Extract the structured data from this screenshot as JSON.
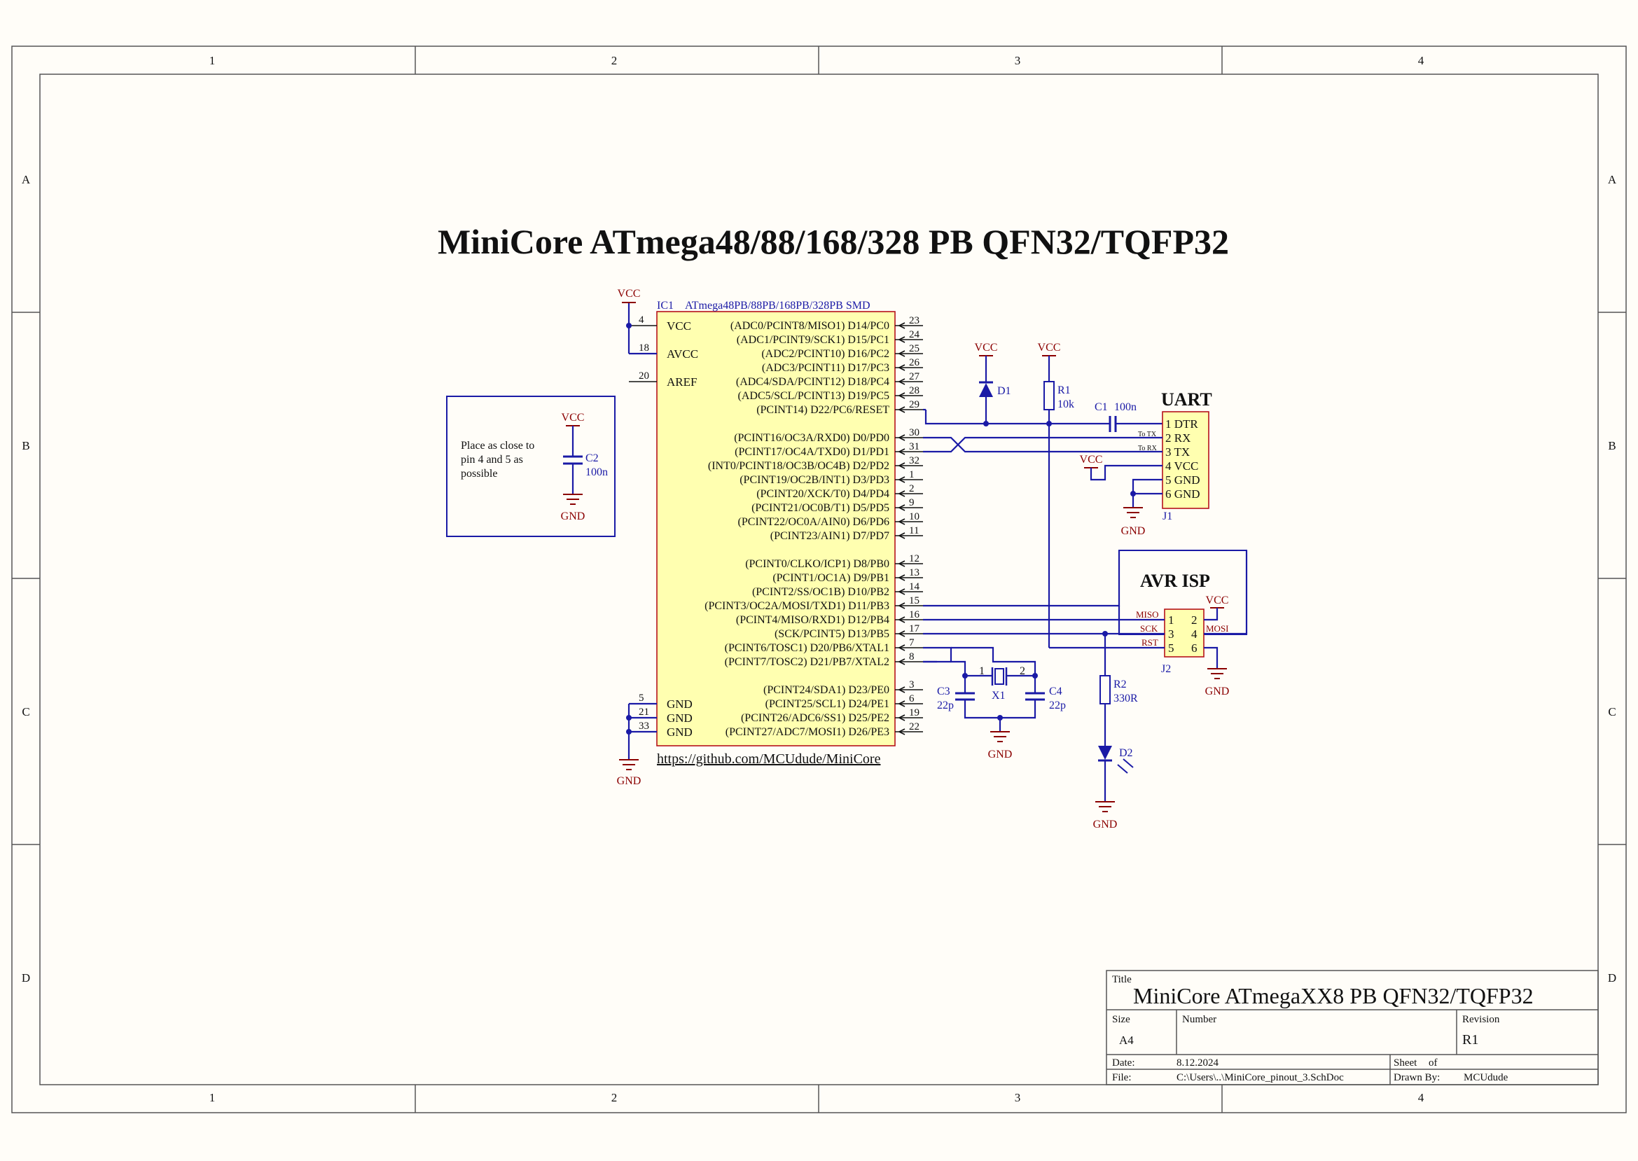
{
  "title": "MiniCore ATmega48/88/168/328 PB QFN32/TQFP32",
  "border": {
    "cols": [
      "1",
      "2",
      "3",
      "4"
    ],
    "rows": [
      "A",
      "B",
      "C",
      "D"
    ]
  },
  "ic": {
    "ref": "IC1",
    "part": "ATmega48PB/88PB/168PB/328PB SMD",
    "url": "https://github.com/MCUdude/MiniCore",
    "left_pins": [
      {
        "num": "4",
        "name": "VCC"
      },
      {
        "num": "18",
        "name": "AVCC"
      },
      {
        "num": "20",
        "name": "AREF"
      },
      {
        "num": "5",
        "name": "GND"
      },
      {
        "num": "21",
        "name": "GND"
      },
      {
        "num": "33",
        "name": "GND"
      }
    ],
    "right_pins": [
      {
        "num": "23",
        "name": "(ADC0/PCINT8/MISO1) D14/PC0"
      },
      {
        "num": "24",
        "name": "(ADC1/PCINT9/SCK1) D15/PC1"
      },
      {
        "num": "25",
        "name": "(ADC2/PCINT10) D16/PC2"
      },
      {
        "num": "26",
        "name": "(ADC3/PCINT11) D17/PC3"
      },
      {
        "num": "27",
        "name": "(ADC4/SDA/PCINT12) D18/PC4"
      },
      {
        "num": "28",
        "name": "(ADC5/SCL/PCINT13) D19/PC5"
      },
      {
        "num": "29",
        "name": "(PCINT14) D22/PC6/RESET"
      },
      {
        "num": "30",
        "name": "(PCINT16/OC3A/RXD0) D0/PD0"
      },
      {
        "num": "31",
        "name": "(PCINT17/OC4A/TXD0) D1/PD1"
      },
      {
        "num": "32",
        "name": "(INT0/PCINT18/OC3B/OC4B) D2/PD2"
      },
      {
        "num": "1",
        "name": "(PCINT19/OC2B/INT1) D3/PD3"
      },
      {
        "num": "2",
        "name": "(PCINT20/XCK/T0) D4/PD4"
      },
      {
        "num": "9",
        "name": "(PCINT21/OC0B/T1) D5/PD5"
      },
      {
        "num": "10",
        "name": "(PCINT22/OC0A/AIN0) D6/PD6"
      },
      {
        "num": "11",
        "name": "(PCINT23/AIN1) D7/PD7"
      },
      {
        "num": "12",
        "name": "(PCINT0/CLKO/ICP1) D8/PB0"
      },
      {
        "num": "13",
        "name": "(PCINT1/OC1A) D9/PB1"
      },
      {
        "num": "14",
        "name": "(PCINT2/SS/OC1B) D10/PB2"
      },
      {
        "num": "15",
        "name": "(PCINT3/OC2A/MOSI/TXD1) D11/PB3"
      },
      {
        "num": "16",
        "name": "(PCINT4/MISO/RXD1) D12/PB4"
      },
      {
        "num": "17",
        "name": "(SCK/PCINT5) D13/PB5"
      },
      {
        "num": "7",
        "name": "(PCINT6/TOSC1) D20/PB6/XTAL1"
      },
      {
        "num": "8",
        "name": "(PCINT7/TOSC2) D21/PB7/XTAL2"
      },
      {
        "num": "3",
        "name": "(PCINT24/SDA1) D23/PE0"
      },
      {
        "num": "6",
        "name": "(PCINT25/SCL1) D24/PE1"
      },
      {
        "num": "19",
        "name": "(PCINT26/ADC6/SS1) D25/PE2"
      },
      {
        "num": "22",
        "name": "(PCINT27/ADC7/MOSI1) D26/PE3"
      }
    ]
  },
  "net": {
    "vcc": "VCC",
    "gnd": "GND"
  },
  "note": {
    "lines": [
      "Place as close to",
      "pin 4 and 5 as",
      "possible"
    ],
    "cap_ref": "C2",
    "cap_val": "100n"
  },
  "parts": {
    "d1": "D1",
    "r1_ref": "R1",
    "r1_val": "10k",
    "c1_ref": "C1",
    "c1_val": "100n",
    "r2_ref": "R2",
    "r2_val": "330R",
    "d2": "D2",
    "x1": "X1",
    "x1_pin1": "1",
    "x1_pin2": "2",
    "c3_ref": "C3",
    "c3_val": "22p",
    "c4_ref": "C4",
    "c4_val": "22p"
  },
  "uart": {
    "title": "UART",
    "ref": "J1",
    "pins": [
      "1 DTR",
      "2 RX",
      "3 TX",
      "4 VCC",
      "5 GND",
      "6 GND"
    ],
    "to_tx": "To TX",
    "to_rx": "To RX"
  },
  "isp": {
    "title": "AVR ISP",
    "ref": "J2",
    "pins_left": [
      "1",
      "3",
      "5"
    ],
    "pins_right": [
      "2",
      "4",
      "6"
    ],
    "signals": {
      "miso": "MISO",
      "sck": "SCK",
      "rst": "RST",
      "mosi": "MOSI",
      "vcc": "VCC"
    }
  },
  "title_block": {
    "title_label": "Title",
    "title": "MiniCore ATmegaXX8 PB QFN32/TQFP32",
    "size_label": "Size",
    "size": "A4",
    "number_label": "Number",
    "revision_label": "Revision",
    "revision": "R1",
    "date_label": "Date:",
    "date": "8.12.2024",
    "sheet_label": "Sheet",
    "of_label": "of",
    "file_label": "File:",
    "file": "C:\\Users\\..\\MiniCore_pinout_3.SchDoc",
    "drawn_label": "Drawn By:",
    "drawn_by": "MCUdude"
  }
}
